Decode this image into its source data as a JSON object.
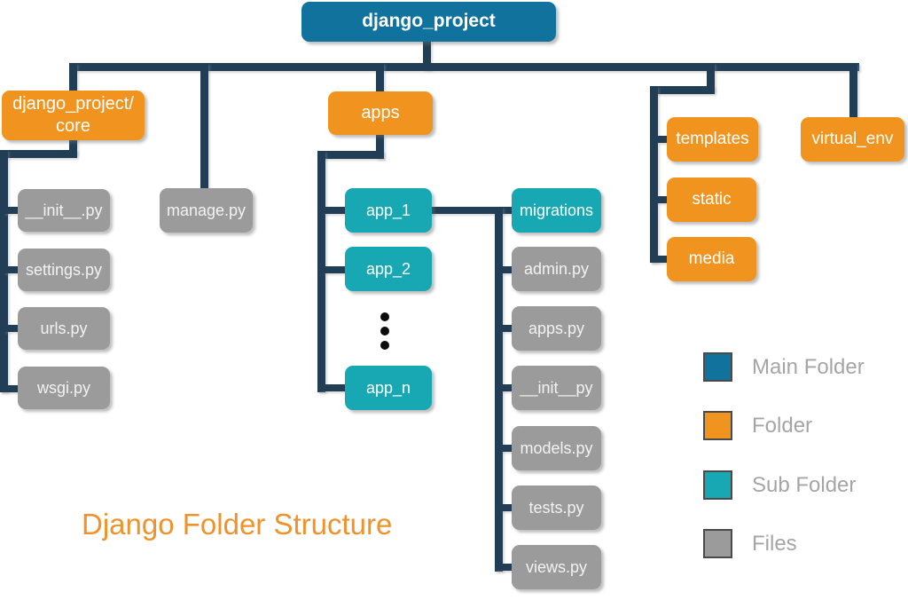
{
  "title": {
    "text": "Django Folder Structure"
  },
  "tree": {
    "root": "django_project",
    "core": {
      "line1": "django_project/",
      "line2": "core"
    },
    "core_files": [
      "__init__.py",
      "settings.py",
      "urls.py",
      "wsgi.py"
    ],
    "manage": "manage.py",
    "apps": "apps",
    "apps_children": [
      "app_1",
      "app_2",
      "app_n"
    ],
    "migrations": "migrations",
    "app_files": [
      "admin.py",
      "apps.py",
      "__init__py",
      "models.py",
      "tests.py",
      "views.py"
    ],
    "right_folders": [
      "templates",
      "static",
      "media"
    ],
    "virtual_env": "virtual_env"
  },
  "legend": {
    "items": [
      {
        "label": "Main Folder",
        "color": "#11729e"
      },
      {
        "label": "Folder",
        "color": "#f0941f"
      },
      {
        "label": "Sub Folder",
        "color": "#18a8b4"
      },
      {
        "label": "Files",
        "color": "#9b9b9b"
      }
    ]
  },
  "colors": {
    "main_folder": "#11729e",
    "folder": "#f0941f",
    "sub_folder": "#18a8b4",
    "files": "#9b9b9b",
    "connector": "#223e56",
    "title_text": "#f0922b",
    "legend_text": "#a5a5a5"
  },
  "icons": {
    "ellipsis": "vertical-ellipsis"
  }
}
